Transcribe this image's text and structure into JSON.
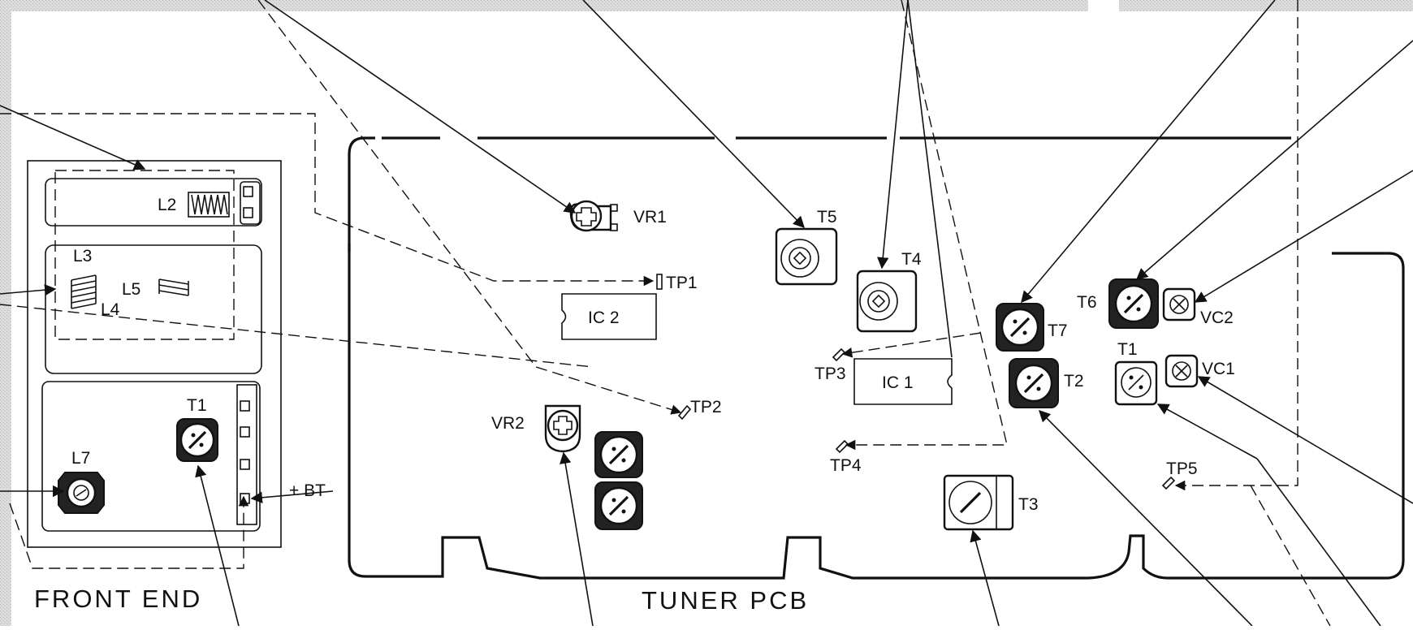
{
  "labels": {
    "front_end": "FRONT END",
    "tuner_pcb": "TUNER PCB",
    "l2": "L2",
    "l3": "L3",
    "l4": "L4",
    "l5": "L5",
    "l7": "L7",
    "t1_front": "T1",
    "plus_bt": "+ BT",
    "vr1": "VR1",
    "vr2": "VR2",
    "t5": "T5",
    "t4": "T4",
    "t7": "T7",
    "t6": "T6",
    "t2": "T2",
    "t3": "T3",
    "t1_main": "T1",
    "vc1": "VC1",
    "vc2": "VC2",
    "ic1": "IC 1",
    "ic2": "IC 2",
    "tp1": "TP1",
    "tp2": "TP2",
    "tp3": "TP3",
    "tp4": "TP4",
    "tp5": "TP5"
  },
  "colors": {
    "ink": "#111111",
    "background": "#ffffff",
    "header_band": "#d6d6d6"
  }
}
